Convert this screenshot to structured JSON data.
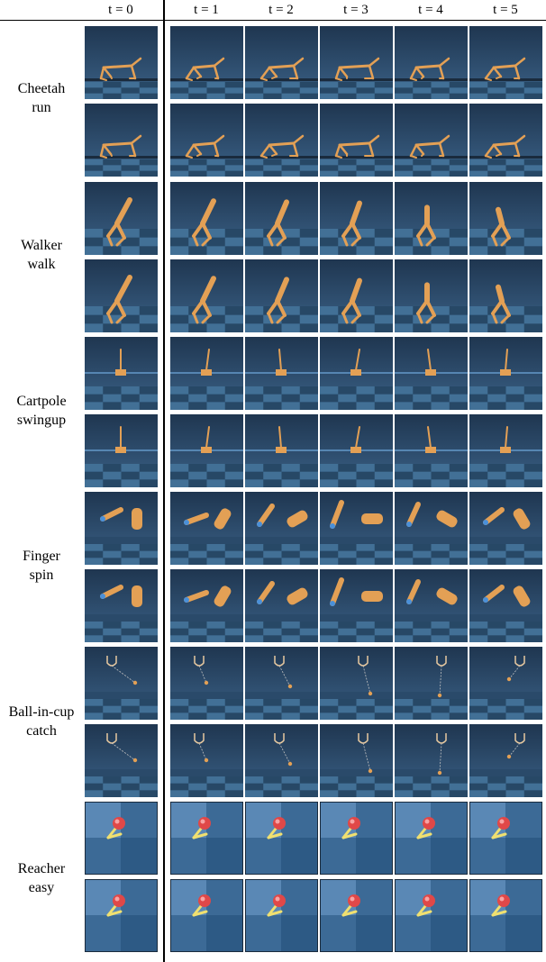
{
  "headers": [
    "t = 0",
    "t = 1",
    "t = 2",
    "t = 3",
    "t = 4",
    "t = 5"
  ],
  "tasks": [
    {
      "name": "Cheetah\nrun",
      "type": "cheetah"
    },
    {
      "name": "Walker\nwalk",
      "type": "walker"
    },
    {
      "name": "Cartpole\nswingup",
      "type": "cartpole"
    },
    {
      "name": "Finger\nspin",
      "type": "finger"
    },
    {
      "name": "Ball-in-cup\ncatch",
      "type": "ballincup"
    },
    {
      "name": "Reacher\neasy",
      "type": "reacher"
    }
  ],
  "rows_per_task": 2,
  "colors": {
    "sky_top": "#1f3650",
    "sky_bottom": "#3b6288",
    "floor_light": "#4a7aa3",
    "floor_dark": "#274866",
    "body": "#e3a055",
    "body_dark": "#b9773a",
    "rail": "#6fa8dc",
    "finger_tip": "#4a90d9",
    "reacher_target": "#e04848",
    "reacher_link": "#f0e070",
    "reacher_bg": "#3c6a96"
  }
}
